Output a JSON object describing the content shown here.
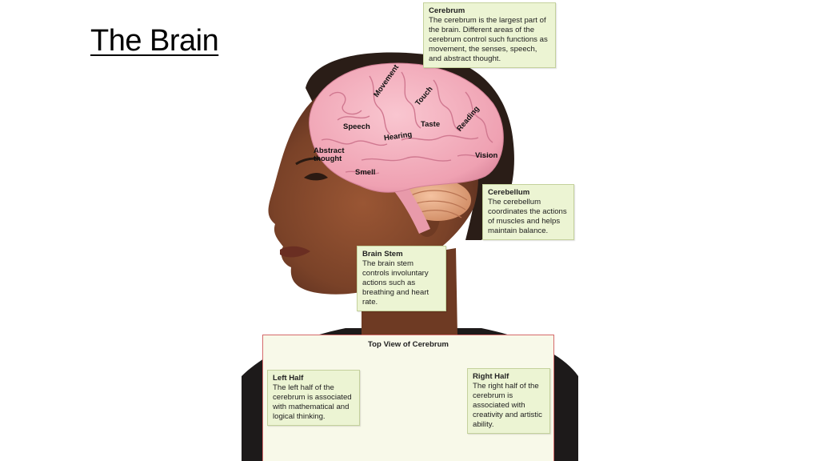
{
  "slide": {
    "title": "The Brain"
  },
  "callouts": {
    "cerebrum": {
      "title": "Cerebrum",
      "body": "The cerebrum is the largest part of the brain. Different areas of the cerebrum control such functions as movement, the senses, speech, and abstract thought."
    },
    "cerebellum": {
      "title": "Cerebellum",
      "body": "The cerebellum coordinates the actions of muscles and helps maintain balance."
    },
    "brain_stem": {
      "title": "Brain Stem",
      "body": "The brain stem controls involuntary actions such as breathing and heart rate."
    },
    "left_half": {
      "title": "Left Half",
      "body": "The left half of the cerebrum is associated with mathematical and logical thinking."
    },
    "right_half": {
      "title": "Right Half",
      "body": "The right half of the cerebrum is associated with creativity and artistic ability."
    }
  },
  "brain_regions": {
    "movement": "Movement",
    "touch": "Touch",
    "speech": "Speech",
    "taste": "Taste",
    "reading": "Reading",
    "hearing": "Hearing",
    "abstract_thought": "Abstract thought",
    "vision": "Vision",
    "smell": "Smell"
  },
  "top_view": {
    "title": "Top View of Cerebrum"
  },
  "colors": {
    "skin": "#7a4228",
    "hair": "#2a1d17",
    "brain": "#f2a9b8",
    "callout_bg": "#ecf4d3",
    "panel_border": "#d46a6a",
    "cerebellum": "#e8a67f"
  }
}
